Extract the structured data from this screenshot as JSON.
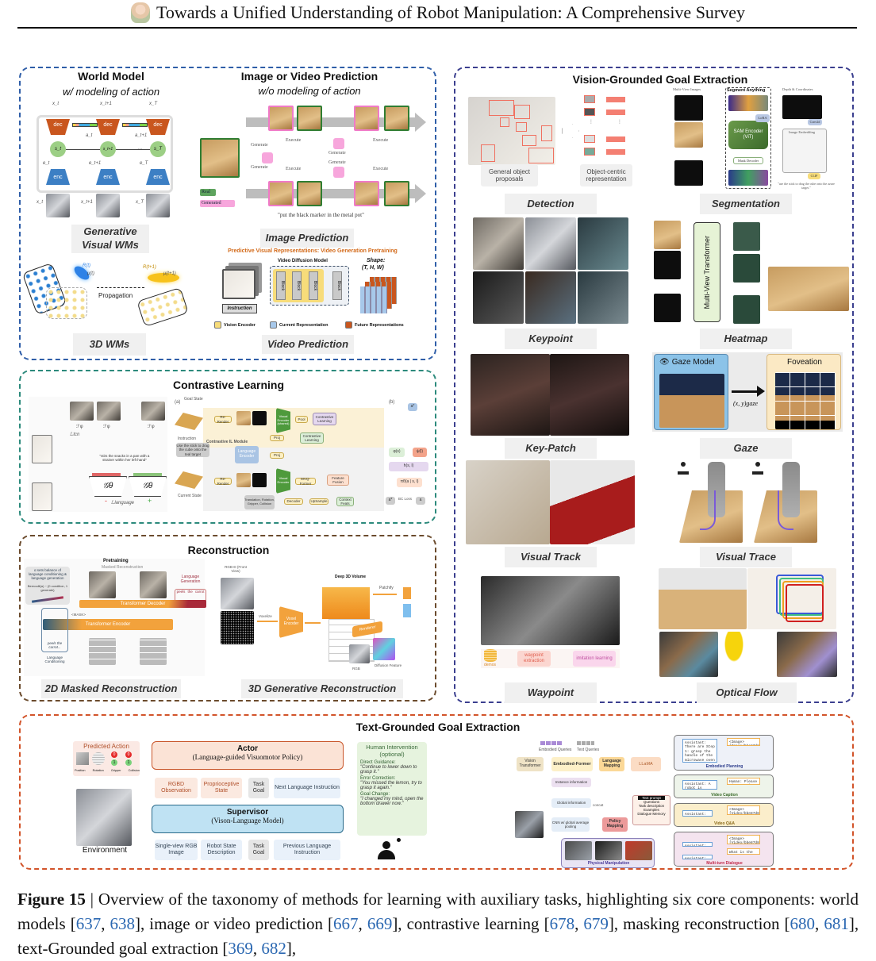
{
  "header": {
    "title": "Towards a Unified Understanding of Robot Manipulation: A Comprehensive Survey",
    "logo_icon": "survey-mascot-icon"
  },
  "world_model": {
    "title": "World Model",
    "subtitle": "w/ modeling of action",
    "diagram": {
      "outputs": [
        "x_t",
        "x_t+1",
        "x_T"
      ],
      "inputs": [
        "x_t",
        "x_t+1",
        "x_T"
      ],
      "dec_label": "dec",
      "enc_label": "enc",
      "states": [
        "s_t",
        "s_t+1",
        "s_T"
      ],
      "actions": [
        "a_t",
        "a_t+1"
      ],
      "embeddings": [
        "e_t",
        "e_t+1",
        "e_T"
      ],
      "ellipsis": "..."
    },
    "caption_generative": "Generative Visual WMs",
    "propagation_label": "Propagation",
    "symbols": {
      "R_t": "R(t)",
      "mu_t": "μ(t)",
      "R_t1": "R(t+1)",
      "mu_t1": "μ(t+1)"
    },
    "caption_3d": "3D WMs"
  },
  "image_video_prediction": {
    "title": "Image or Video Prediction",
    "subtitle": "w/o modeling of action",
    "labels": {
      "generate": "Generate",
      "execute": "Execute"
    },
    "legend": {
      "real": "Real",
      "generated": "Generated"
    },
    "instruction": "\"put the black marker in the metal pot\"",
    "caption_image": "Image Prediction",
    "video_header": "Predictive Visual Representations: Video Generation Pretraining",
    "video_model_label": "Video Diffusion Model",
    "block_label": "Block",
    "instruction_label": "Instruction",
    "shape_label": "Shape:",
    "shape_value": "(T, H, W)",
    "video_legend": [
      "Vision Encoder",
      "Current Representation",
      "Future Representations"
    ],
    "video_legend_colors": [
      "#f7dc7a",
      "#a7c8ea",
      "#c9561e"
    ],
    "caption_video": "Video Prediction"
  },
  "contrastive": {
    "title": "Contrastive Learning",
    "left": {
      "loss_tcn": "ℒtcn",
      "loss_language": "ℒlanguage",
      "encoder": "ℱφ",
      "generator": "𝒢θ",
      "quote": "\"stirs the snacks in a pan with a strainer within her left hand\"",
      "minus": "-",
      "plus": "+"
    },
    "right": {
      "panel_a": "(a)",
      "panel_b": "(b)",
      "goal_state": "Goal State",
      "instruction": "Instruction",
      "current_state": "Current State",
      "instruction_text": "Use the stick to drag the cube onto the teal target",
      "re_render": "Re-Render",
      "visual_encoder_shared": "Visual Encoder (shared)",
      "visual_encoder": "Visual Encoder",
      "pool": "Pool",
      "contrastive_learning": "Contrastive Learning",
      "module_label": "Contrastive IL Module",
      "proj": "Proj",
      "language_encoder": "Language Encoder",
      "mvq_former": "MVQ-Former",
      "feature_fusion": "Feature Fusion",
      "context_feats": "Context Feats",
      "upsample": "UpSample",
      "decoder": "Decoder",
      "outputs": "Translation, Rotation, Gripper, Collision",
      "phi_s": "φ(s)",
      "psi_l": "ψ(l)",
      "h_sl": "h(s, l)",
      "pi": "πθ(a | s, l)",
      "a_star": "a*",
      "a": "a",
      "bc_loss": "BC Loss"
    }
  },
  "reconstruction": {
    "title": "Reconstruction",
    "masked": {
      "pretraining": "Pretraining",
      "masked_recon": "Masked Reconstruction",
      "balance_text": "α sets balance of language conditioning & language generation",
      "bernoulli": "Bernoulli(α) ~ {0 condition, 1 generate}",
      "decoder": "Transformer Decoder",
      "encoder": "Transformer Encoder",
      "mask_token": "<MASK>",
      "lang_gen": "Language Generation",
      "lang_gen_words": [
        "peels",
        "the",
        "carrot"
      ],
      "lang_cond": "Language Conditioning",
      "lang_cond_text": "peels the carrot..."
    },
    "generative_3d": {
      "rgbd": "RGB-D (Front View)",
      "voxelize": "Voxelize",
      "voxel_encoder": "Voxel Encoder",
      "volume": "Deep 3D Volume",
      "patchify": "Patchify",
      "renderer": "Renderer",
      "rgb": "RGB",
      "diffusion_feature": "Diffusion Feature"
    },
    "caption_2d": "2D Masked Reconstruction",
    "caption_3d": "3D Generative Reconstruction"
  },
  "vision_grounded": {
    "title": "Vision-Grounded Goal Extraction",
    "detection": {
      "proposals": "General object proposals",
      "object_centric": "Object-centric representation",
      "caption": "Detection"
    },
    "segmentation": {
      "multi_view": "Multi-View Images",
      "segment_anything": "Segment Anything",
      "lora": "LoRA",
      "sam_encoder": "SAM Encoder (ViT)",
      "mask_decoder": "Mask Decoder",
      "depth": "Depth & Coordinates",
      "convd": "Conv2d",
      "image_embedding": "Image Embedding",
      "clip": "CLIP",
      "quote": "\"use the stick to drag the cube onto the azure target.\"",
      "caption": "Segmentation"
    },
    "keypoint_caption": "Keypoint",
    "heatmap": {
      "transformer": "Multi-View Transformer",
      "caption": "Heatmap"
    },
    "keypatch_caption": "Key-Patch",
    "gaze": {
      "model": "Gaze Model",
      "foveation": "Foveation",
      "coords": "(x, y)gaze",
      "caption": "Gaze"
    },
    "visual_track_caption": "Visual Track",
    "visual_trace_caption": "Visual Trace",
    "waypoint": {
      "demos": "demos",
      "extraction": "waypoint extraction",
      "imitation": "imitation learning",
      "caption": "Waypoint"
    },
    "optical_flow_caption": "Optical Flow"
  },
  "text_grounded": {
    "title": "Text-Grounded Goal Extraction",
    "left": {
      "predicted_action": "Predicted Action",
      "action_items": [
        "Position",
        "Rotation",
        "Gripper",
        "Collision"
      ],
      "binary_values": [
        "0",
        "1"
      ],
      "environment": "Environment",
      "actor_title": "Actor",
      "actor_sub": "(Language-guided Visuomotor Policy)",
      "supervisor_title": "Supervisor",
      "supervisor_sub": "(Vison-Language Model)",
      "actor_inputs": [
        "RGBD Observation",
        "Proprioceptive State",
        "Task Goal",
        "Next Language Instruction"
      ],
      "supervisor_inputs": [
        "Single-view RGB Image",
        "Robot State Description",
        "Task Goal",
        "Previous Language Instruction"
      ],
      "human_title": "Human Intervention (optional)",
      "interventions": [
        {
          "label": "Direct Guidance:",
          "text": "\"Continue to lower down to grasp it.\""
        },
        {
          "label": "Error Correction:",
          "text": "\"You missed the lemon, try to grasp it again.\""
        },
        {
          "label": "Goal Change:",
          "text": "\"I changed my mind, open the bottom drawer now.\""
        }
      ]
    },
    "right": {
      "embodied_queries": "Embodied Queries",
      "text_queries": "Text Queries",
      "vision_transformer": "Vision Transformer",
      "embodied_former": "Embodied-Former",
      "language_mapping": "Language Mapping",
      "llama": "LLaMA",
      "instance_info": "Instance information",
      "global_info": "Global information",
      "concat": "concat",
      "cnn": "CNN w/ global average pooling",
      "policy_mapping": "Policy Mapping",
      "text_prompt": "Text prompt",
      "prompt_items": [
        "Questions",
        "Task description",
        "Examples",
        "Dialogue Memory"
      ],
      "physical_manipulation": "Physical Manipulation",
      "tasks": [
        {
          "name": "Embodied Planning",
          "assistant": "Assistant: There are Step 1: grasp the handle of the microwave oven door Step2: pull the handle out Actions: Grasp(handle) Pull out(handle)",
          "user": "<Image>[Image/bbe87d8.mp4] How to do this task?"
        },
        {
          "name": "Video Caption",
          "assistant": "Assistant: A robot is opening the door of the microwave Oven",
          "user": "Human: Please give caption of Video/bbe87d8.mp4"
        },
        {
          "name": "Video Q&A",
          "assistant": "Assistant: The microwave Oven.",
          "user": "<Image>[Video/bbe87d8.mp4] What object is the robot operating?"
        },
        {
          "name": "Multi-turn Dialogue",
          "assistant": "Assistant: The button",
          "assistant2": "Assistant: Red",
          "user": "<Image>[Video/bbe87d8.mp4] What object is the robot operating?",
          "user2": "What is the color of the button?"
        }
      ]
    }
  },
  "figure_caption": {
    "label": "Figure 15",
    "separator": " | ",
    "text1": "Overview of the taxonomy of methods for learning with auxiliary tasks, highlighting six core components: world models [",
    "refs1": [
      "637",
      "638"
    ],
    "text2": "], image or video prediction [",
    "refs2": [
      "667",
      "669"
    ],
    "text3": "], contrastive learning [",
    "refs3": [
      "678",
      "679"
    ],
    "text4": "], masking reconstruction [",
    "refs4": [
      "680",
      "681"
    ],
    "text5": "], text-Grounded goal extraction [",
    "refs5": [
      "369",
      "682"
    ],
    "text6": "],"
  }
}
